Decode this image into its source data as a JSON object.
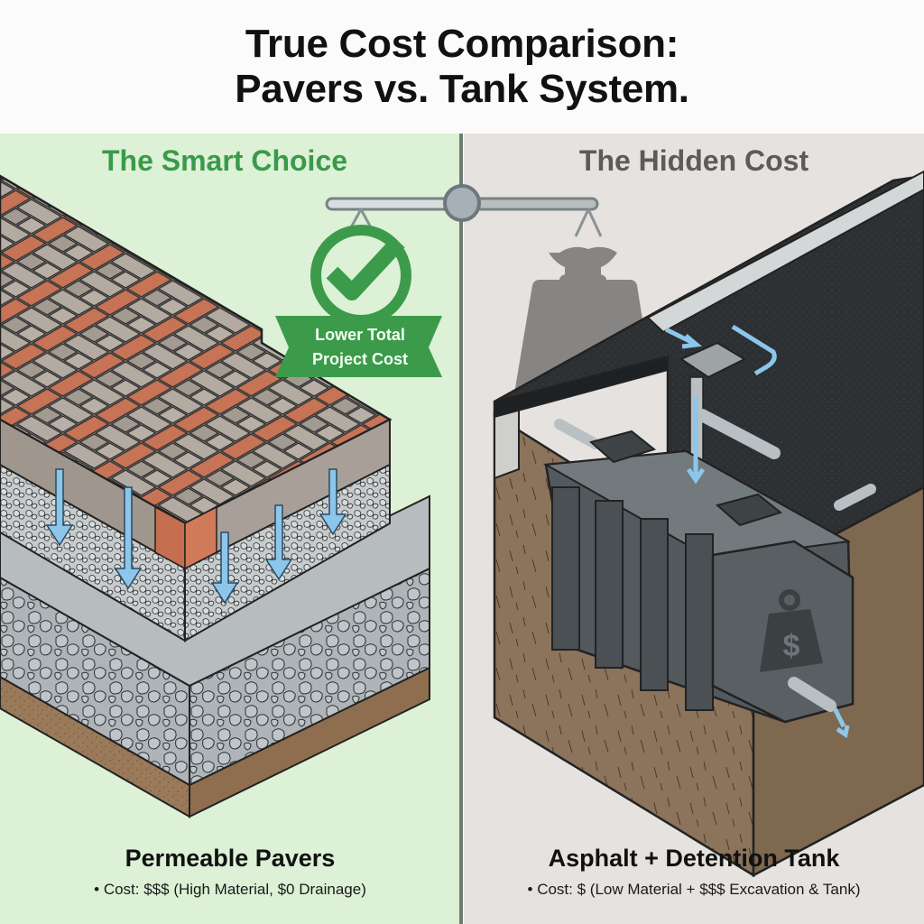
{
  "header": {
    "title_line1": "True Cost Comparison:",
    "title_line2": "Pavers vs. Tank System."
  },
  "left_panel": {
    "heading": "The Smart Choice",
    "accent_color": "#3a9a4a",
    "background_color": "#dcf1d6",
    "badge": {
      "icon": "check-circle-icon",
      "line1": "Lower Total",
      "line2": "Project Cost",
      "color": "#3b9b4b"
    },
    "illustration": "permeable-pavers-cross-section",
    "layers": [
      "Brick pavers (herringbone)",
      "Fine aggregate",
      "Coarse stone base",
      "Soil subgrade"
    ],
    "footer": {
      "title": "Permeable Pavers",
      "bullet": "Cost: $$$ (High Material, $0 Drainage)"
    }
  },
  "right_panel": {
    "heading": "The Hidden Cost",
    "accent_color": "#5d5a57",
    "background_color": "#e5e2df",
    "weight_icon": "heavy-weight-bag-icon",
    "illustration": "asphalt-detention-tank-cross-section",
    "tank_icon": "dollar-weight-icon",
    "footer": {
      "title": "Asphalt + Detention Tank",
      "bullet": "Cost: $ (Low Material + $$$ Excavation & Tank)"
    }
  },
  "scale": {
    "beam_color": "#9aa3a8",
    "pivot_color": "#a6b0b6",
    "tilt": "right-side-heavier"
  }
}
